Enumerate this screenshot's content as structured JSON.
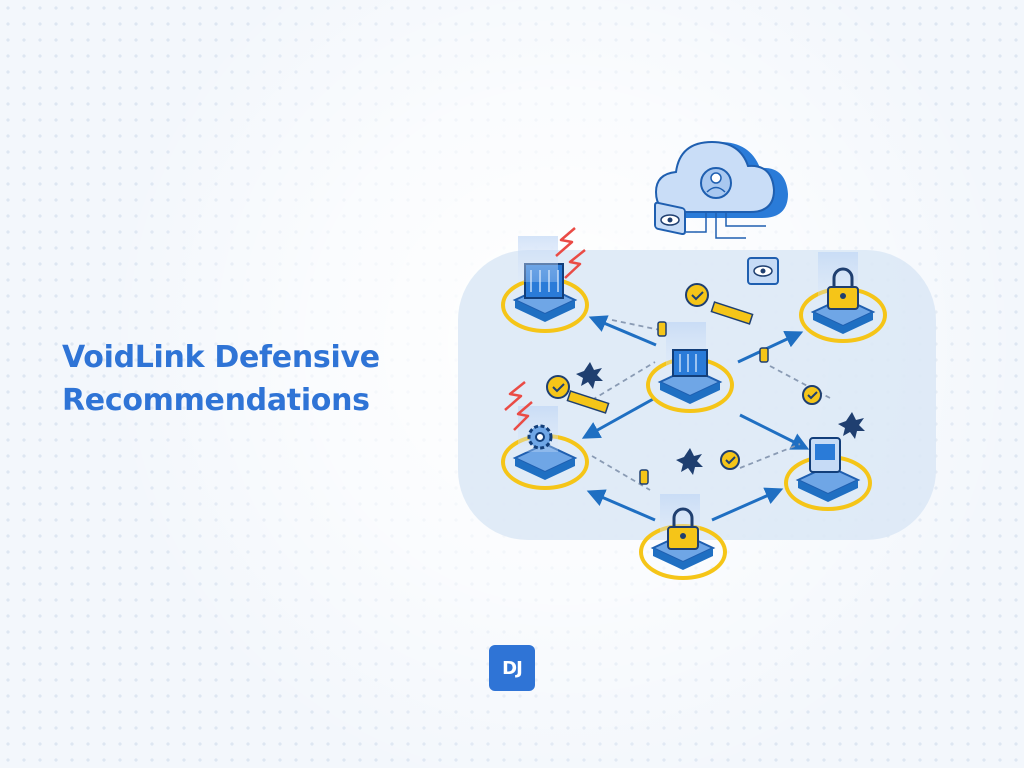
{
  "title": {
    "line1": "VoidLink Defensive",
    "line2": "Recommendations"
  },
  "logo": {
    "text": "DJ"
  },
  "icons": {
    "cloud": "cloud-user-icon",
    "monitors": [
      "eye-monitor-icon",
      "eye-monitor-icon"
    ],
    "nodes": [
      "server-rack-icon",
      "padlock-icon",
      "firewall-icon",
      "settings-gear-icon",
      "monitor-screen-icon",
      "padlock-icon"
    ],
    "alerts": [
      "lightning-bolt-icon",
      "burst-icon",
      "checkmark-badge-icon",
      "barrier-icon"
    ]
  },
  "colors": {
    "brand": "#2f74d6",
    "node_blue": "#1f6fc2",
    "ring_yellow": "#f5c518",
    "alert_red": "#ea4b45",
    "panel": "#dbe7f6"
  }
}
